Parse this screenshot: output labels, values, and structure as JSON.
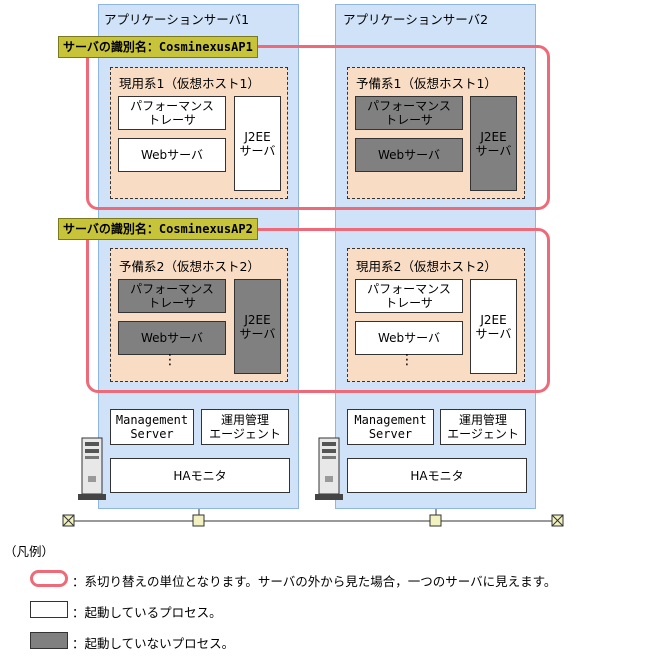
{
  "servers": [
    {
      "title": "アプリケーションサーバ1"
    },
    {
      "title": "アプリケーションサーバ2"
    }
  ],
  "groups": [
    {
      "label": "サーバの識別名：CosminexusAP1"
    },
    {
      "label": "サーバの識別名：CosminexusAP2"
    }
  ],
  "hosts": {
    "s1_active": "現用系1（仮想ホスト1）",
    "s2_standby": "予備系1（仮想ホスト1）",
    "s1_standby": "予備系2（仮想ホスト2）",
    "s2_active": "現用系2（仮想ホスト2）"
  },
  "processes": {
    "perf_tracer": "パフォーマンス\nトレーサ",
    "web_server": "Webサーバ",
    "j2ee_server": "J2EE\nサーバ",
    "management_server": "Management\nServer",
    "ops_agent": "運用管理\nエージェント",
    "ha_monitor": "HAモニタ",
    "ellipsis": "⋮"
  },
  "legend": {
    "title": "（凡例）",
    "red_item": "：系切り替えの単位となります。サーバの外から見た場合，一つのサーバに見えます。",
    "white_item": "：起動しているプロセス。",
    "gray_item": "：起動していないプロセス。"
  },
  "colors": {
    "server_bg": "#cfe2f8",
    "host_bg": "#f8dcc4",
    "group_border": "#ee6a78",
    "label_bg": "#c8c43a",
    "stopped": "#808080",
    "running": "#ffffff"
  }
}
